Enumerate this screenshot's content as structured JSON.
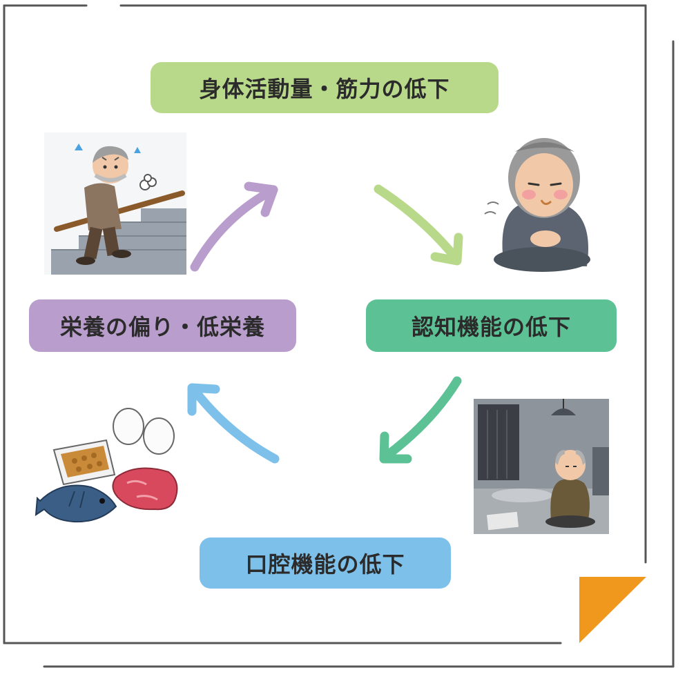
{
  "cycle": {
    "top_label": "身体活動量・筋力の低下",
    "right_label": "認知機能の低下",
    "bottom_label": "口腔機能の低下",
    "left_label": "栄養の偏り・低栄養"
  },
  "colors": {
    "top": "#b9d98a",
    "right": "#5cc194",
    "bottom": "#7dc0ea",
    "left": "#b99dcc",
    "corner_accent": "#f0981e",
    "frame": "#555555"
  },
  "illustrations": {
    "top_left": "elderly-man-climbing-stairs",
    "top_right": "elderly-woman-sitting-dazed",
    "bottom_right": "elderly-man-sitting-alone-in-room",
    "bottom_left": "food-eggs-fish-meat-natto"
  }
}
